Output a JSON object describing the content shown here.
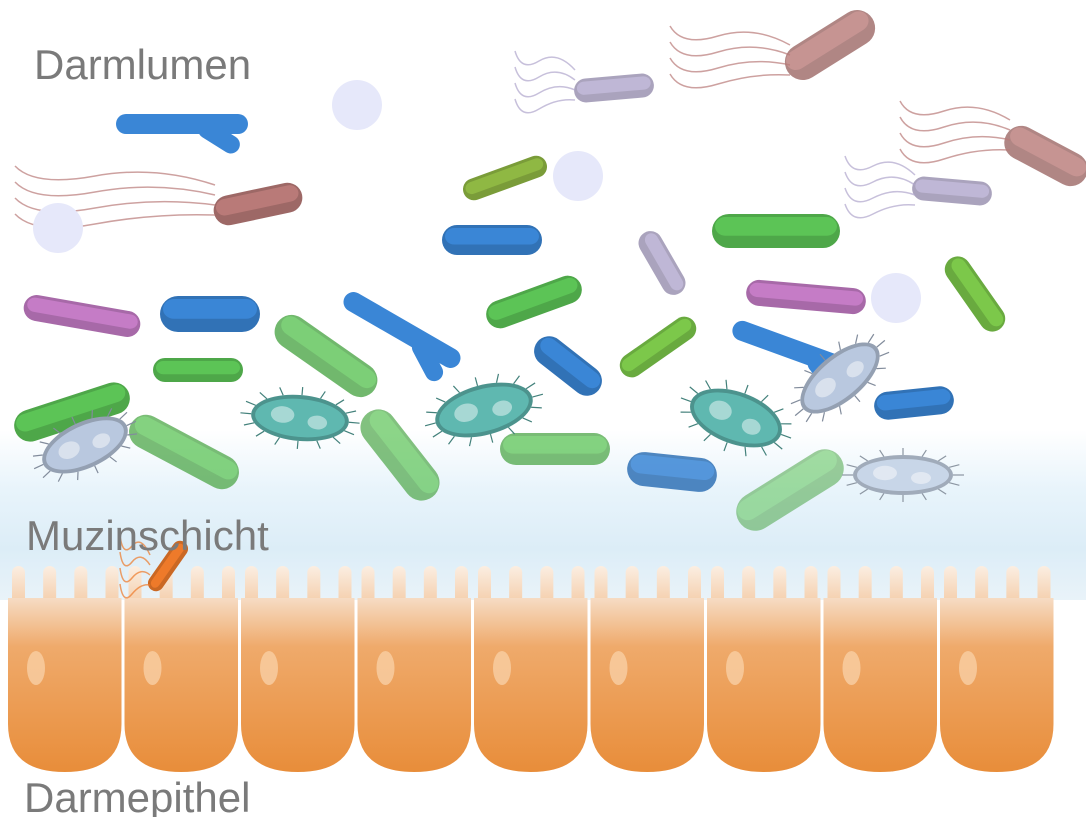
{
  "labels": {
    "lumen": "Darmlumen",
    "mucus_layer": "Muzinschicht",
    "epithelium": "Darmepithel"
  },
  "colors": {
    "label_text": "#7a7a7a",
    "epithelium": "#e8913e",
    "mucus": "#dcedf7",
    "bacteria_blue": "#3a86d6",
    "bacteria_green": "#5cc456",
    "bacteria_purple": "#c57cc6",
    "bacteria_teal": "#5fb8b0",
    "bacteria_brown": "#b97a78",
    "bacteria_lavender": "#b0a6cc",
    "spores": "#e6e8fa"
  },
  "icons": [
    "rod-bacterium-icon",
    "flagellated-bacterium-icon",
    "spore-icon",
    "epithelial-cell-icon"
  ]
}
